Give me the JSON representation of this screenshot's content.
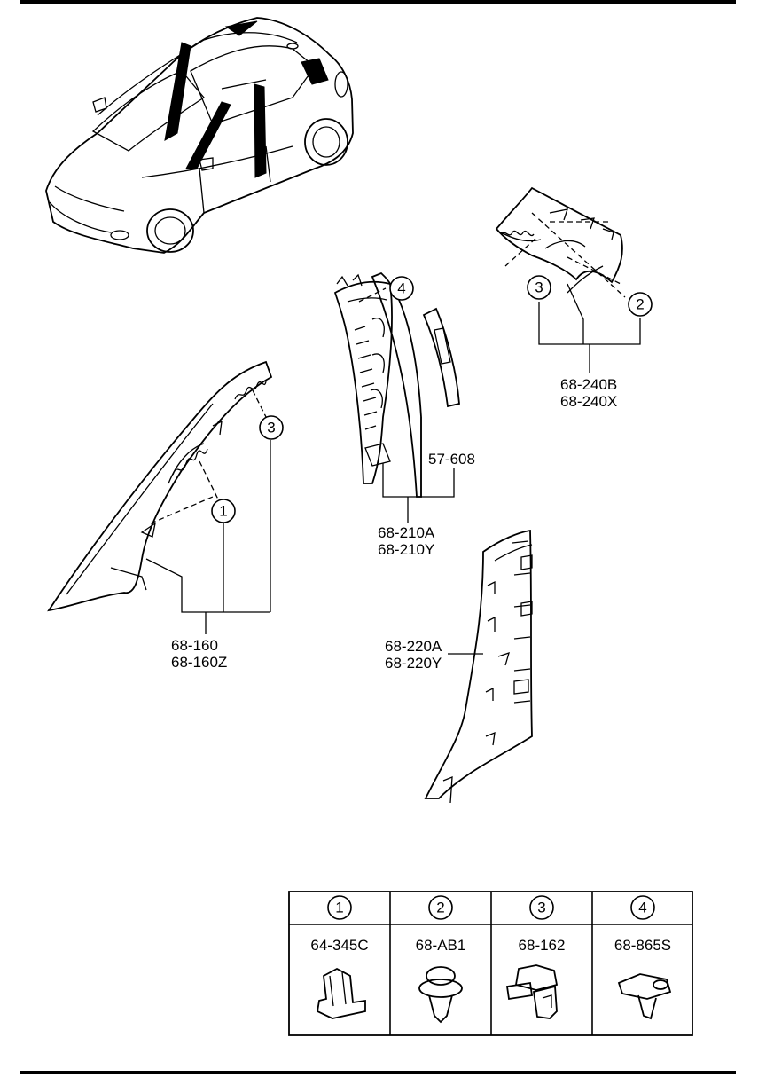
{
  "callouts": {
    "c1": "1",
    "c2": "2",
    "c3": "3",
    "c4": "4"
  },
  "parts": {
    "a_pillar": [
      "68-160",
      "68-160Z"
    ],
    "a_pillar_upper": [
      "68-210A",
      "68-210Y"
    ],
    "a_pillar_cover": "57-608",
    "b_pillar": [
      "68-220A",
      "68-220Y"
    ],
    "c_pillar": [
      "68-240B",
      "68-240X"
    ]
  },
  "fastener_table": {
    "columns": [
      {
        "number": "1",
        "part": "64-345C",
        "icon": "clip-bracket-icon"
      },
      {
        "number": "2",
        "part": "68-AB1",
        "icon": "push-rivet-icon"
      },
      {
        "number": "3",
        "part": "68-162",
        "icon": "retainer-clip-icon"
      },
      {
        "number": "4",
        "part": "68-865S",
        "icon": "clip-icon"
      }
    ]
  }
}
